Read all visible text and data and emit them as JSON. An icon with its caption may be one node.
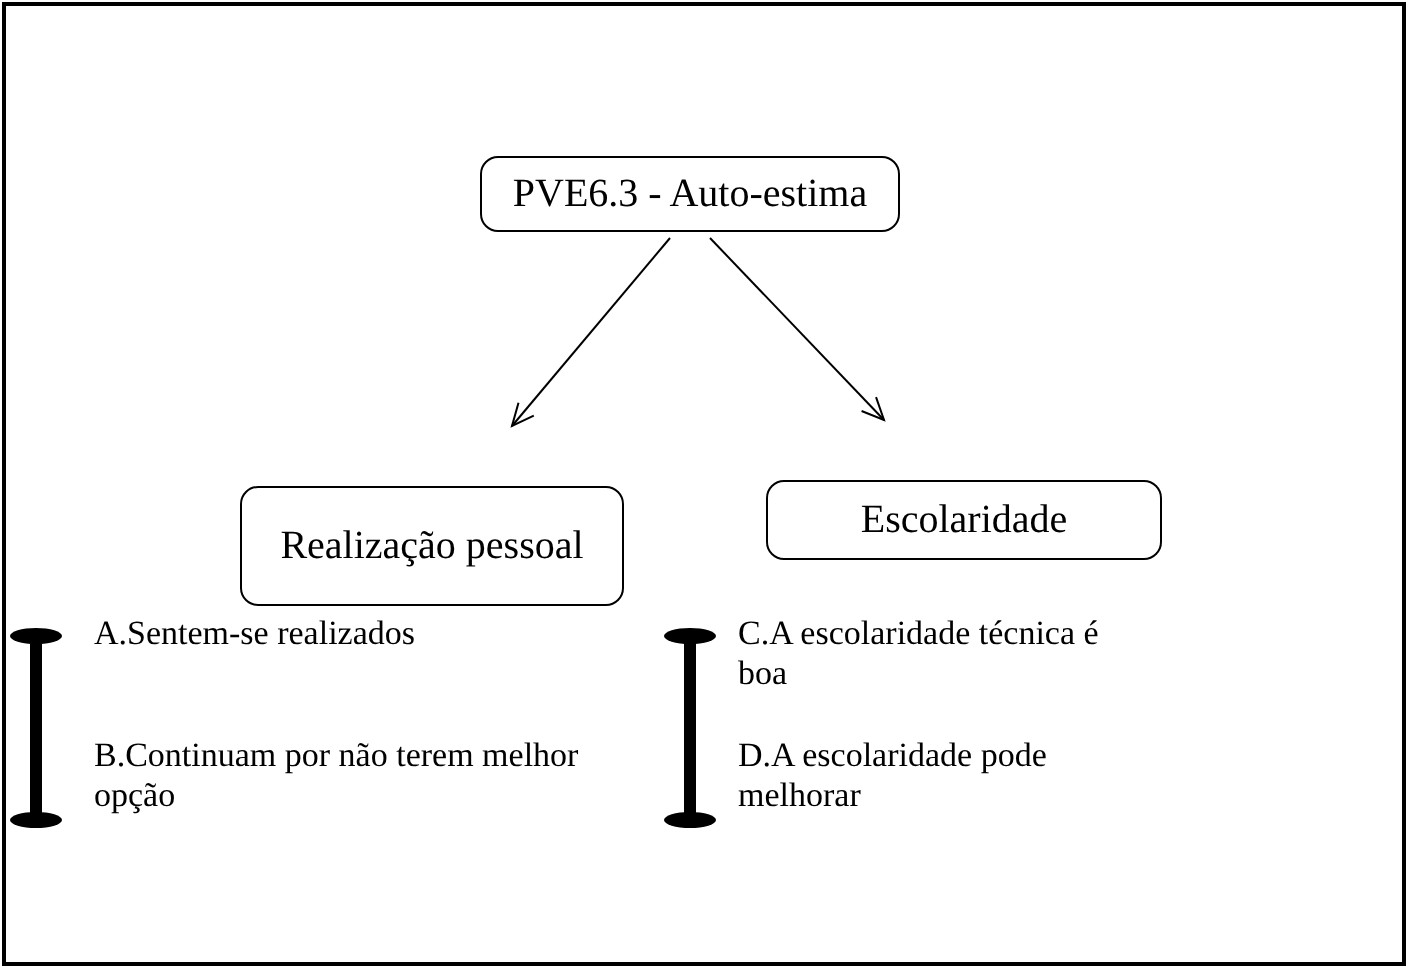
{
  "diagram": {
    "nodes": [
      {
        "text": [
          "PVE6.3 - Auto-estima"
        ]
      },
      {
        "text": [
          "Realização pessoal"
        ]
      },
      {
        "text": [
          "Escolaridade"
        ]
      }
    ],
    "edges": [
      {
        "from": 0,
        "to": 1,
        "arrow": "to"
      },
      {
        "from": 0,
        "to": 2,
        "arrow": "to"
      }
    ],
    "labels": [
      "A.Sentem-se realizados",
      "C.A escolaridade técnica é boa",
      "B.Continuam por não terem melhor opção",
      "D.A escolaridade pode melhorar"
    ]
  }
}
